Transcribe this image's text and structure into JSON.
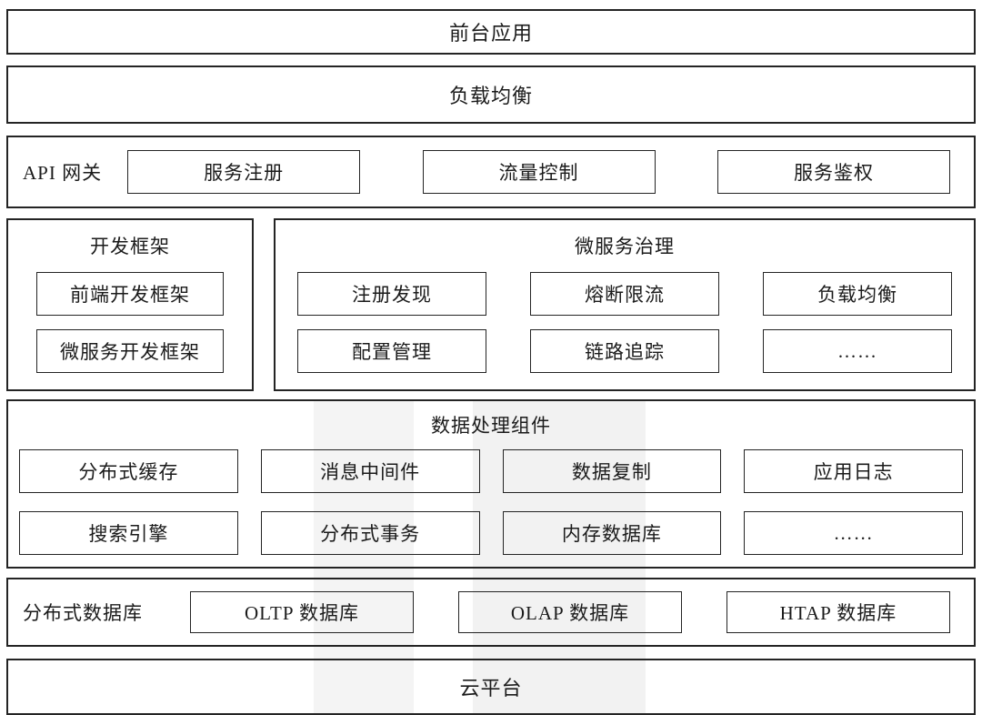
{
  "layers": {
    "frontend_app": {
      "label": "前台应用"
    },
    "load_balancer": {
      "label": "负载均衡"
    },
    "api_gateway": {
      "label": "API 网关",
      "items": [
        {
          "label": "服务注册"
        },
        {
          "label": "流量控制"
        },
        {
          "label": "服务鉴权"
        }
      ]
    },
    "dev_framework": {
      "title": "开发框架",
      "items": [
        {
          "label": "前端开发框架"
        },
        {
          "label": "微服务开发框架"
        }
      ]
    },
    "microservice_governance": {
      "title": "微服务治理",
      "items": [
        {
          "label": "注册发现"
        },
        {
          "label": "熔断限流"
        },
        {
          "label": "负载均衡"
        },
        {
          "label": "配置管理"
        },
        {
          "label": "链路追踪"
        },
        {
          "label": "……"
        }
      ]
    },
    "data_processing": {
      "title": "数据处理组件",
      "items": [
        {
          "label": "分布式缓存"
        },
        {
          "label": "消息中间件"
        },
        {
          "label": "数据复制"
        },
        {
          "label": "应用日志"
        },
        {
          "label": "搜索引擎"
        },
        {
          "label": "分布式事务"
        },
        {
          "label": "内存数据库"
        },
        {
          "label": "……"
        }
      ]
    },
    "distributed_database": {
      "label": "分布式数据库",
      "items": [
        {
          "label": "OLTP 数据库"
        },
        {
          "label": "OLAP 数据库"
        },
        {
          "label": "HTAP 数据库"
        }
      ]
    },
    "cloud_platform": {
      "label": "云平台"
    }
  }
}
